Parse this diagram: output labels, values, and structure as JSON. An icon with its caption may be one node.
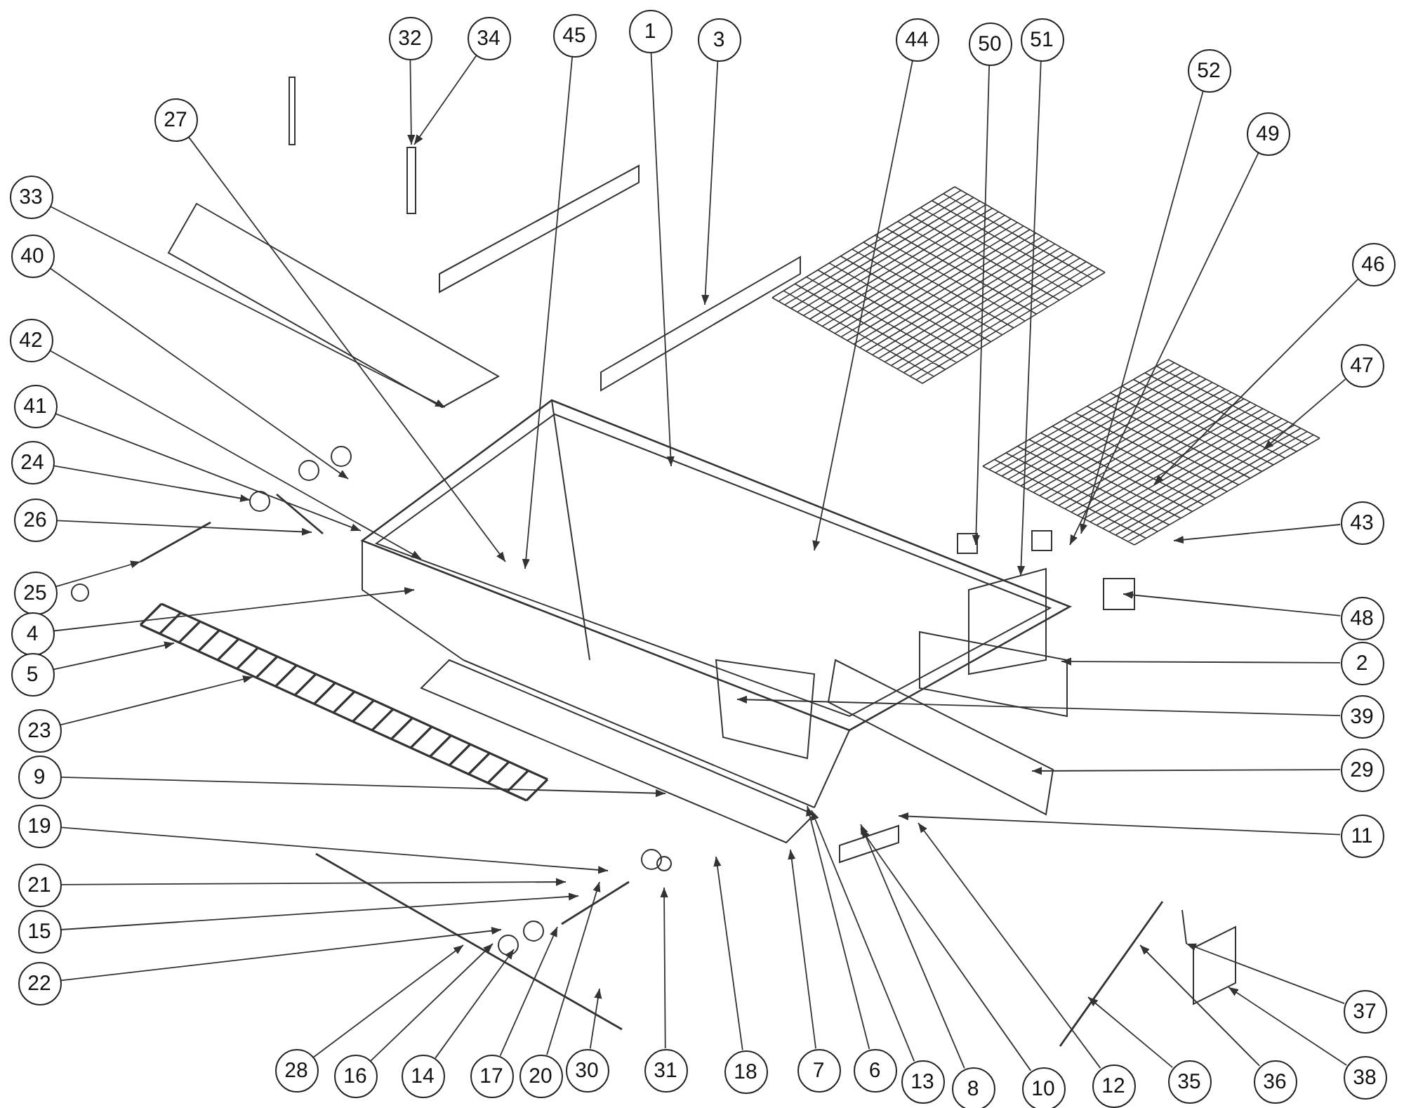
{
  "diagram": {
    "nodes": [
      {
        "text": [
          "32"
        ]
      },
      {
        "text": [
          "34"
        ]
      },
      {
        "text": [
          "45"
        ]
      },
      {
        "text": [
          "1"
        ]
      },
      {
        "text": [
          "3"
        ]
      },
      {
        "text": [
          "44"
        ]
      },
      {
        "text": [
          "50"
        ]
      },
      {
        "text": [
          "51"
        ]
      },
      {
        "text": [
          "52"
        ]
      },
      {
        "text": [
          "27"
        ]
      },
      {
        "text": [
          "49"
        ]
      },
      {
        "text": [
          "33"
        ]
      },
      {
        "text": [
          "40"
        ]
      },
      {
        "text": [
          "46"
        ]
      },
      {
        "text": [
          "42"
        ]
      },
      {
        "text": [
          "47"
        ]
      },
      {
        "text": [
          "41"
        ]
      },
      {
        "text": [
          "24"
        ]
      },
      {
        "text": [
          "26"
        ]
      },
      {
        "text": [
          "43"
        ]
      },
      {
        "text": [
          "25"
        ]
      },
      {
        "text": [
          "4"
        ]
      },
      {
        "text": [
          "48"
        ]
      },
      {
        "text": [
          "2"
        ]
      },
      {
        "text": [
          "5"
        ]
      },
      {
        "text": [
          "23"
        ]
      },
      {
        "text": [
          "39"
        ]
      },
      {
        "text": [
          "9"
        ]
      },
      {
        "text": [
          "29"
        ]
      },
      {
        "text": [
          "19"
        ]
      },
      {
        "text": [
          "11"
        ]
      },
      {
        "text": [
          "21"
        ]
      },
      {
        "text": [
          "15"
        ]
      },
      {
        "text": [
          "22"
        ]
      },
      {
        "text": [
          "28"
        ]
      },
      {
        "text": [
          "16"
        ]
      },
      {
        "text": [
          "14"
        ]
      },
      {
        "text": [
          "17"
        ]
      },
      {
        "text": [
          "20"
        ]
      },
      {
        "text": [
          "30"
        ]
      },
      {
        "text": [
          "31"
        ]
      },
      {
        "text": [
          "18"
        ]
      },
      {
        "text": [
          "7"
        ]
      },
      {
        "text": [
          "6"
        ]
      },
      {
        "text": [
          "13"
        ]
      },
      {
        "text": [
          "8"
        ]
      },
      {
        "text": [
          "10"
        ]
      },
      {
        "text": [
          "12"
        ]
      },
      {
        "text": [
          "35"
        ]
      },
      {
        "text": [
          "36"
        ]
      },
      {
        "text": [
          "37"
        ]
      },
      {
        "text": [
          "38"
        ]
      }
    ],
    "edges": [
      {
        "from": 0,
        "to": null,
        "arrow": "to"
      },
      {
        "from": 1,
        "to": null,
        "arrow": "to"
      },
      {
        "from": 2,
        "to": null,
        "arrow": "to"
      },
      {
        "from": 3,
        "to": null,
        "arrow": "to"
      },
      {
        "from": 4,
        "to": null,
        "arrow": "to"
      },
      {
        "from": 5,
        "to": null,
        "arrow": "to"
      },
      {
        "from": 6,
        "to": null,
        "arrow": "to"
      },
      {
        "from": 7,
        "to": null,
        "arrow": "to"
      },
      {
        "from": 8,
        "to": null,
        "arrow": "to"
      },
      {
        "from": 9,
        "to": null,
        "arrow": "to"
      },
      {
        "from": 10,
        "to": null,
        "arrow": "to"
      },
      {
        "from": 11,
        "to": null,
        "arrow": "to"
      },
      {
        "from": 12,
        "to": null,
        "arrow": "to"
      },
      {
        "from": 13,
        "to": null,
        "arrow": "to"
      },
      {
        "from": 14,
        "to": null,
        "arrow": "to"
      },
      {
        "from": 15,
        "to": null,
        "arrow": "to"
      },
      {
        "from": 16,
        "to": null,
        "arrow": "to"
      },
      {
        "from": 17,
        "to": null,
        "arrow": "to"
      },
      {
        "from": 18,
        "to": null,
        "arrow": "to"
      },
      {
        "from": 19,
        "to": null,
        "arrow": "to"
      },
      {
        "from": 20,
        "to": null,
        "arrow": "to"
      },
      {
        "from": 21,
        "to": null,
        "arrow": "to"
      },
      {
        "from": 22,
        "to": null,
        "arrow": "to"
      },
      {
        "from": 23,
        "to": null,
        "arrow": "to"
      },
      {
        "from": 24,
        "to": null,
        "arrow": "to"
      },
      {
        "from": 25,
        "to": null,
        "arrow": "to"
      },
      {
        "from": 26,
        "to": null,
        "arrow": "to"
      },
      {
        "from": 27,
        "to": null,
        "arrow": "to"
      },
      {
        "from": 28,
        "to": null,
        "arrow": "to"
      },
      {
        "from": 29,
        "to": null,
        "arrow": "to"
      },
      {
        "from": 30,
        "to": null,
        "arrow": "to"
      },
      {
        "from": 31,
        "to": null,
        "arrow": "to"
      },
      {
        "from": 32,
        "to": null,
        "arrow": "to"
      },
      {
        "from": 33,
        "to": null,
        "arrow": "to"
      },
      {
        "from": 34,
        "to": null,
        "arrow": "to"
      },
      {
        "from": 35,
        "to": null,
        "arrow": "to"
      },
      {
        "from": 36,
        "to": null,
        "arrow": "to"
      },
      {
        "from": 37,
        "to": null,
        "arrow": "to"
      },
      {
        "from": 38,
        "to": null,
        "arrow": "to"
      },
      {
        "from": 39,
        "to": null,
        "arrow": "to"
      },
      {
        "from": 40,
        "to": null,
        "arrow": "to"
      },
      {
        "from": 41,
        "to": null,
        "arrow": "to"
      },
      {
        "from": 42,
        "to": null,
        "arrow": "to"
      },
      {
        "from": 43,
        "to": null,
        "arrow": "to"
      },
      {
        "from": 44,
        "to": null,
        "arrow": "to"
      },
      {
        "from": 45,
        "to": null,
        "arrow": "to"
      },
      {
        "from": 46,
        "to": null,
        "arrow": "to"
      },
      {
        "from": 47,
        "to": null,
        "arrow": "to"
      },
      {
        "from": 48,
        "to": null,
        "arrow": "to"
      },
      {
        "from": 49,
        "to": null,
        "arrow": "to"
      },
      {
        "from": 50,
        "to": null,
        "arrow": "to"
      },
      {
        "from": 51,
        "to": null,
        "arrow": "to"
      }
    ]
  }
}
